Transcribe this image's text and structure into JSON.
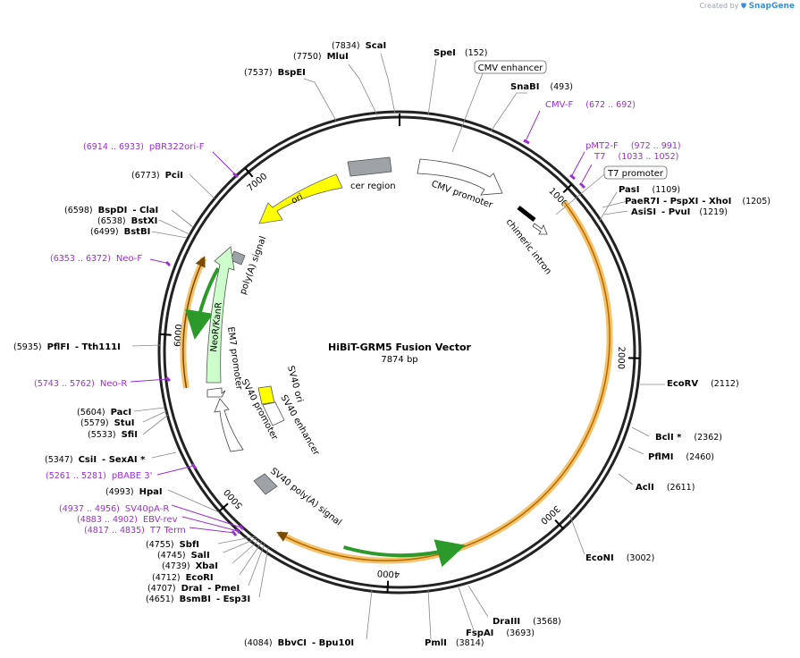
{
  "credit": {
    "prefix": "Created by",
    "brand": "SnapGene"
  },
  "plasmid": {
    "name": "HiBiT-GRM5 Fusion Vector",
    "length_label": "7874 bp",
    "length": 7874
  },
  "ticks": [
    {
      "pos": 1000,
      "label": "1000"
    },
    {
      "pos": 2000,
      "label": "2000"
    },
    {
      "pos": 3000,
      "label": "3000"
    },
    {
      "pos": 4000,
      "label": "4000"
    },
    {
      "pos": 5000,
      "label": "5000"
    },
    {
      "pos": 6000,
      "label": "6000"
    },
    {
      "pos": 7000,
      "label": "7000"
    }
  ],
  "features": [
    {
      "name": "cer region",
      "label": "cer region",
      "start": 7760,
      "end": 7640,
      "type": "box",
      "color": "#9ea3a8",
      "ring": "outer2"
    },
    {
      "name": "CMV promoter",
      "label": "CMV promoter",
      "start": 305,
      "end": 860,
      "type": "arrow",
      "color": "#ffffff",
      "ring": "outer2"
    },
    {
      "name": "chimeric intron",
      "label": "chimeric intron",
      "start": 890,
      "end": 1020,
      "type": "arrow",
      "color": "#ffffff",
      "ring": "outer2"
    },
    {
      "name": "ori",
      "label": "ori",
      "start": 7520,
      "end": 6950,
      "type": "arrow",
      "color": "#ffff00",
      "ring": "mid"
    }
  ],
  "enzymes": [
    {
      "name": "ScaI",
      "pos": "(7834)"
    },
    {
      "name": "MluI",
      "pos": "(7750)"
    },
    {
      "name": "BspEI",
      "pos": "(7537)"
    },
    {
      "name": "SpeI",
      "pos": "(152)"
    },
    {
      "name": "SnaBI",
      "pos": "(493)"
    },
    {
      "name": "PasI",
      "pos": "(1109)"
    },
    {
      "name": "PaeR7I",
      "name2": "PspXI",
      "name3": "XhoI",
      "pos": "(1205)"
    },
    {
      "name": "AsiSI",
      "name2": "PvuI",
      "pos": "(1219)"
    },
    {
      "name": "EcoRV",
      "pos": "(2112)"
    },
    {
      "name": "BclI *",
      "pos": "(2362)"
    },
    {
      "name": "PflMI",
      "pos": "(2460)"
    },
    {
      "name": "AclI",
      "pos": "(2611)"
    },
    {
      "name": "EcoNI",
      "pos": "(3002)"
    },
    {
      "name": "DraIII",
      "pos": "(3568)"
    },
    {
      "name": "FspAI",
      "pos": "(3693)"
    },
    {
      "name": "PmlI",
      "pos": "(3814)"
    },
    {
      "name": "BbvCI",
      "name2": "Bpu10I",
      "pos": "(4084)"
    },
    {
      "name": "BsmBI",
      "name2": "Esp3I",
      "pos": "(4651)"
    },
    {
      "name": "DraI",
      "name2": "PmeI",
      "pos": "(4707)"
    },
    {
      "name": "EcoRI",
      "pos": "(4712)"
    },
    {
      "name": "XbaI",
      "pos": "(4739)"
    },
    {
      "name": "SalI",
      "pos": "(4745)"
    },
    {
      "name": "SbfI",
      "pos": "(4755)"
    },
    {
      "name": "HpaI",
      "pos": "(4993)"
    },
    {
      "name": "CsiI",
      "name2": "SexAI *",
      "pos": "(5347)"
    },
    {
      "name": "SfiI",
      "pos": "(5533)"
    },
    {
      "name": "StuI",
      "pos": "(5579)"
    },
    {
      "name": "PacI",
      "pos": "(5604)"
    },
    {
      "name": "PflFI",
      "name2": "Tth111I",
      "pos": "(5935)"
    },
    {
      "name": "BstBI",
      "pos": "(6499)"
    },
    {
      "name": "BstXI",
      "pos": "(6538)"
    },
    {
      "name": "BspDI",
      "name2": "ClaI",
      "pos": "(6598)"
    },
    {
      "name": "PciI",
      "pos": "(6773)"
    }
  ],
  "primers": [
    {
      "name": "CMV-F",
      "range": "(672 .. 692)"
    },
    {
      "name": "pMT2-F",
      "range": "(972 .. 991)"
    },
    {
      "name": "T7",
      "range": "(1033 .. 1052)"
    },
    {
      "name": "pBR322ori-F",
      "range": "(6914 .. 6933)"
    },
    {
      "name": "Neo-F",
      "range": "(6353 .. 6372)"
    },
    {
      "name": "Neo-R",
      "range": "(5743 .. 5762)"
    },
    {
      "name": "pBABE 3'",
      "range": "(5261 .. 5281)"
    },
    {
      "name": "SV40pA-R",
      "range": "(4937 .. 4956)"
    },
    {
      "name": "EBV-rev",
      "range": "(4883 .. 4902)"
    },
    {
      "name": "T7 Term",
      "range": "(4817 .. 4835)"
    }
  ],
  "boxed_labels": {
    "cmv_enhancer": "CMV enhancer",
    "t7_promoter": "T7 promoter"
  },
  "inner_features": {
    "polyA": "poly(A) signal",
    "neor": "NeoR/KanR",
    "em7": "EM7 promoter",
    "sv40ori": "SV40 ori",
    "sv40enh": "SV40 enhancer",
    "sv40prom": "SV40 promoter",
    "sv40polyA": "SV40 poly(A) signal"
  },
  "colors": {
    "backbone": "#222222",
    "primer": "#9b30d0",
    "cds_orange": "#f5c26b",
    "cds_inner": "#b36b00",
    "green": "#2b9a2b",
    "neo_fill": "#ccffcc",
    "ori": "#ffff00",
    "grey_box": "#9ea3a8"
  }
}
